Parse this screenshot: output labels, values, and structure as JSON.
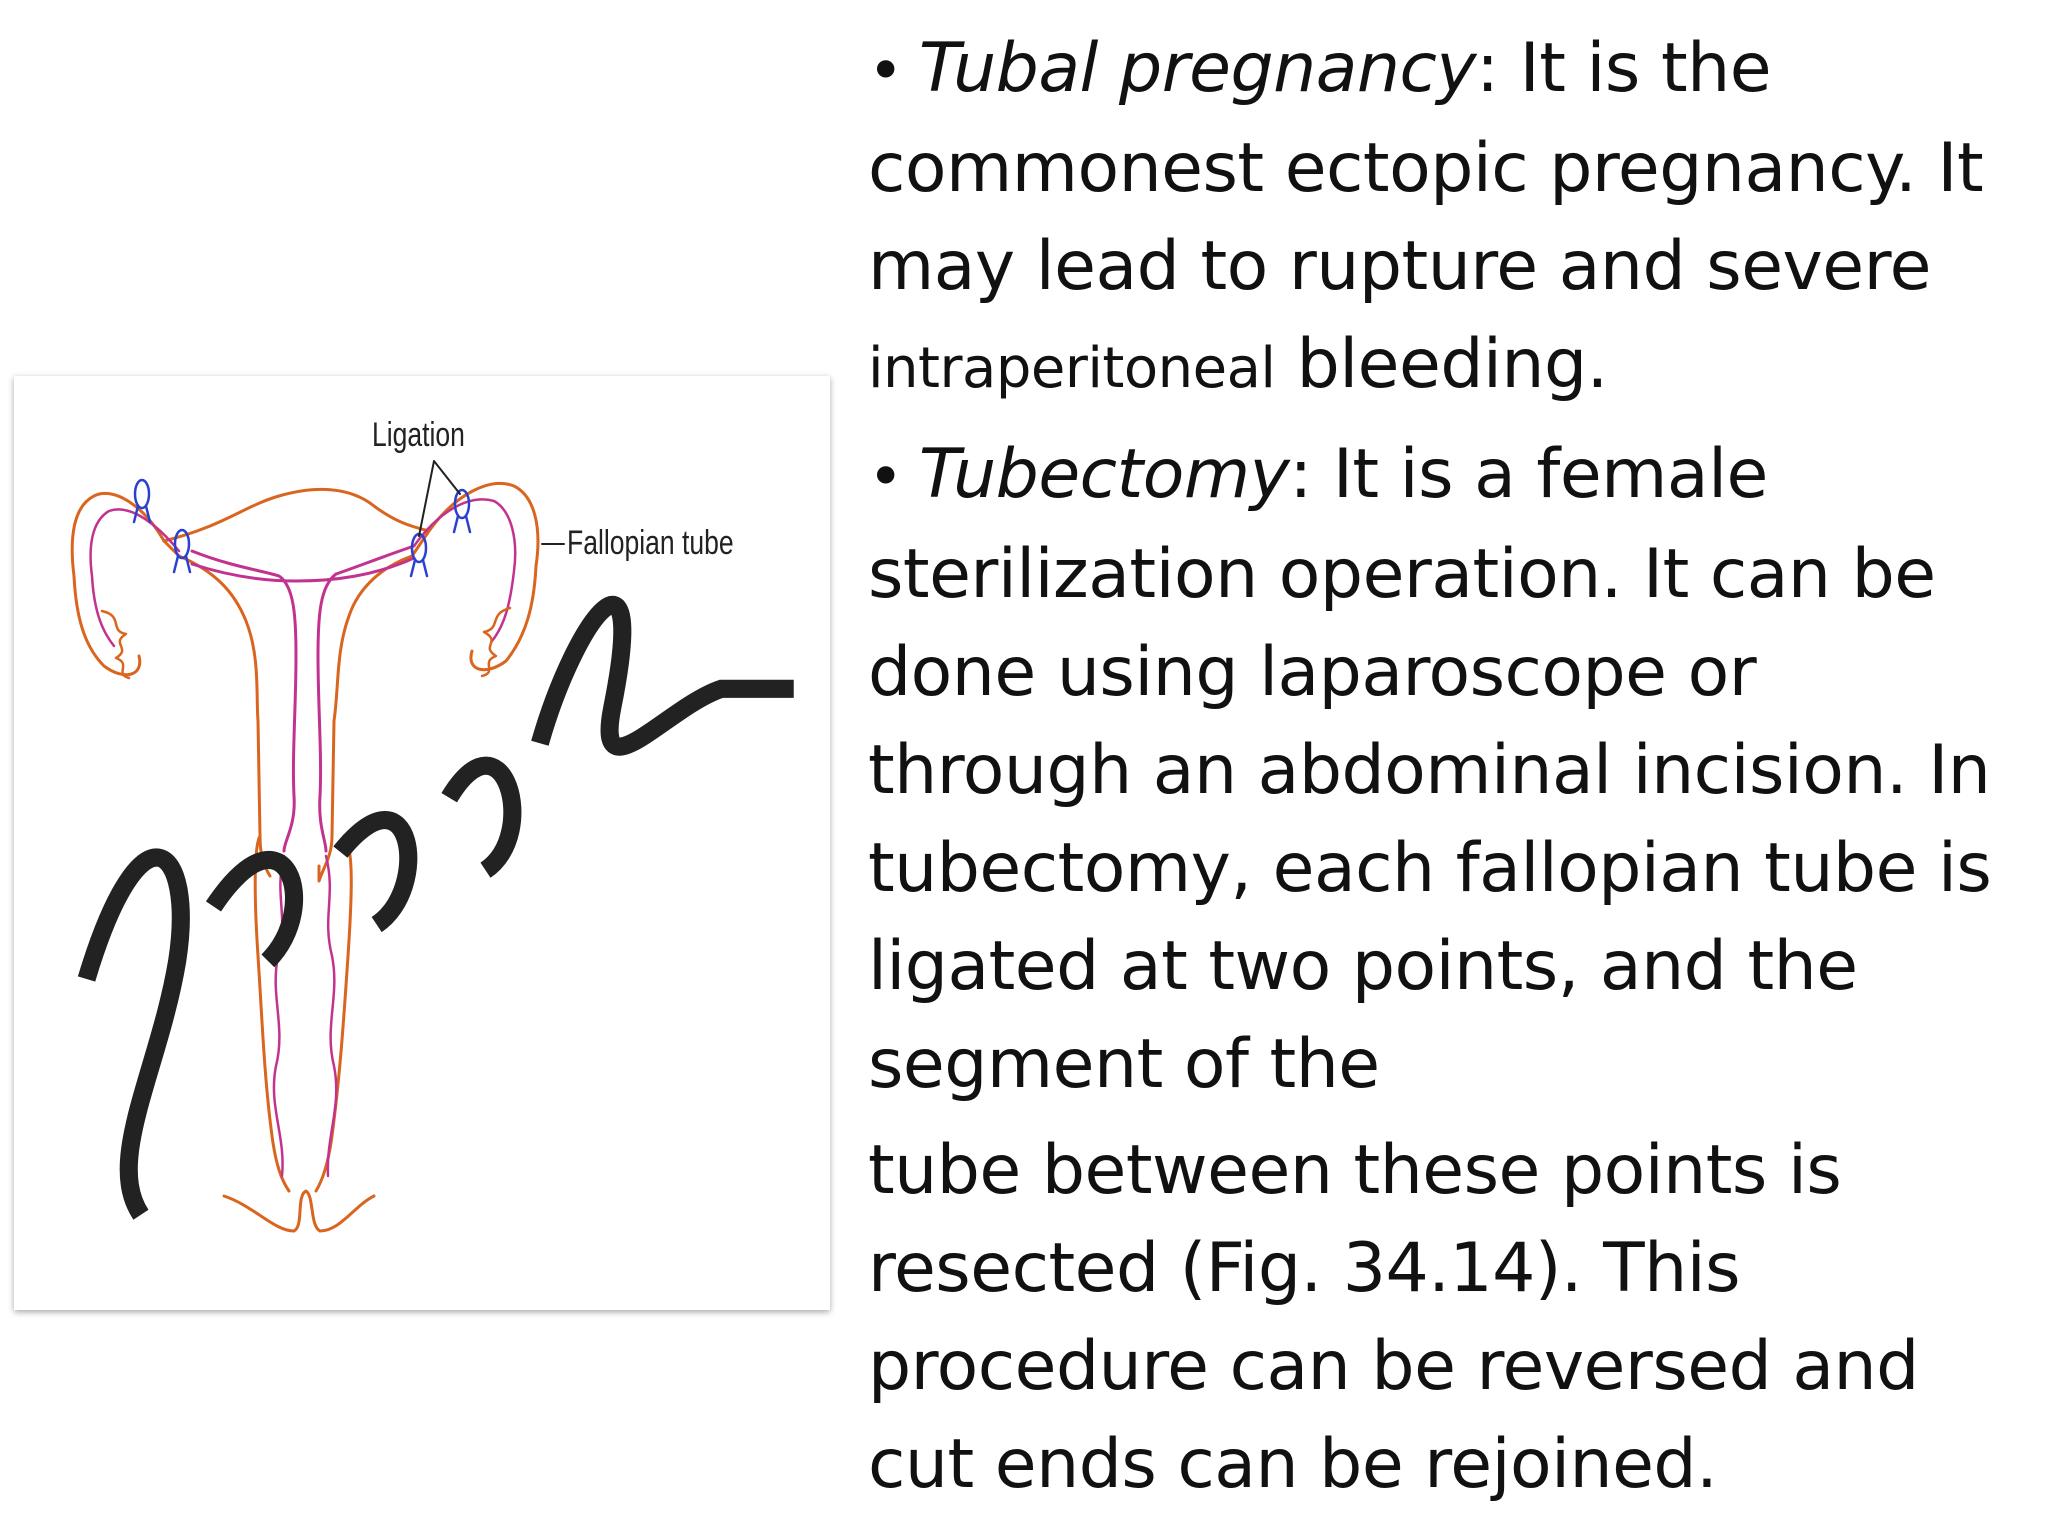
{
  "figure": {
    "label_ligation": "Ligation",
    "label_fallopian_tube": "Fallopian tube",
    "signature_text": "yogesh"
  },
  "text": {
    "p1": {
      "bullet": "•",
      "term": "Tubal pregnancy",
      "body": ": It is the commonest ectopic pregnancy. It may lead to rupture and severe ",
      "small": "intraperitoneal",
      "tail": " bleeding."
    },
    "p2": {
      "bullet": "•",
      "term": "Tubectomy",
      "body": ": It is a female sterilization operation. It can be done using laparoscope or through an abdominal incision. In tubectomy, each fallopian tube is ligated at two points, and the segment of the"
    },
    "p3": {
      "body": "tube between these points is resected (Fig. 34.14). This procedure can be reversed and cut ends can be rejoined."
    }
  },
  "colors": {
    "outer_outline": "#d9651f",
    "inner_outline": "#c2338f",
    "ligature": "#2b3fd1",
    "ligature_red": "#d4202a"
  }
}
